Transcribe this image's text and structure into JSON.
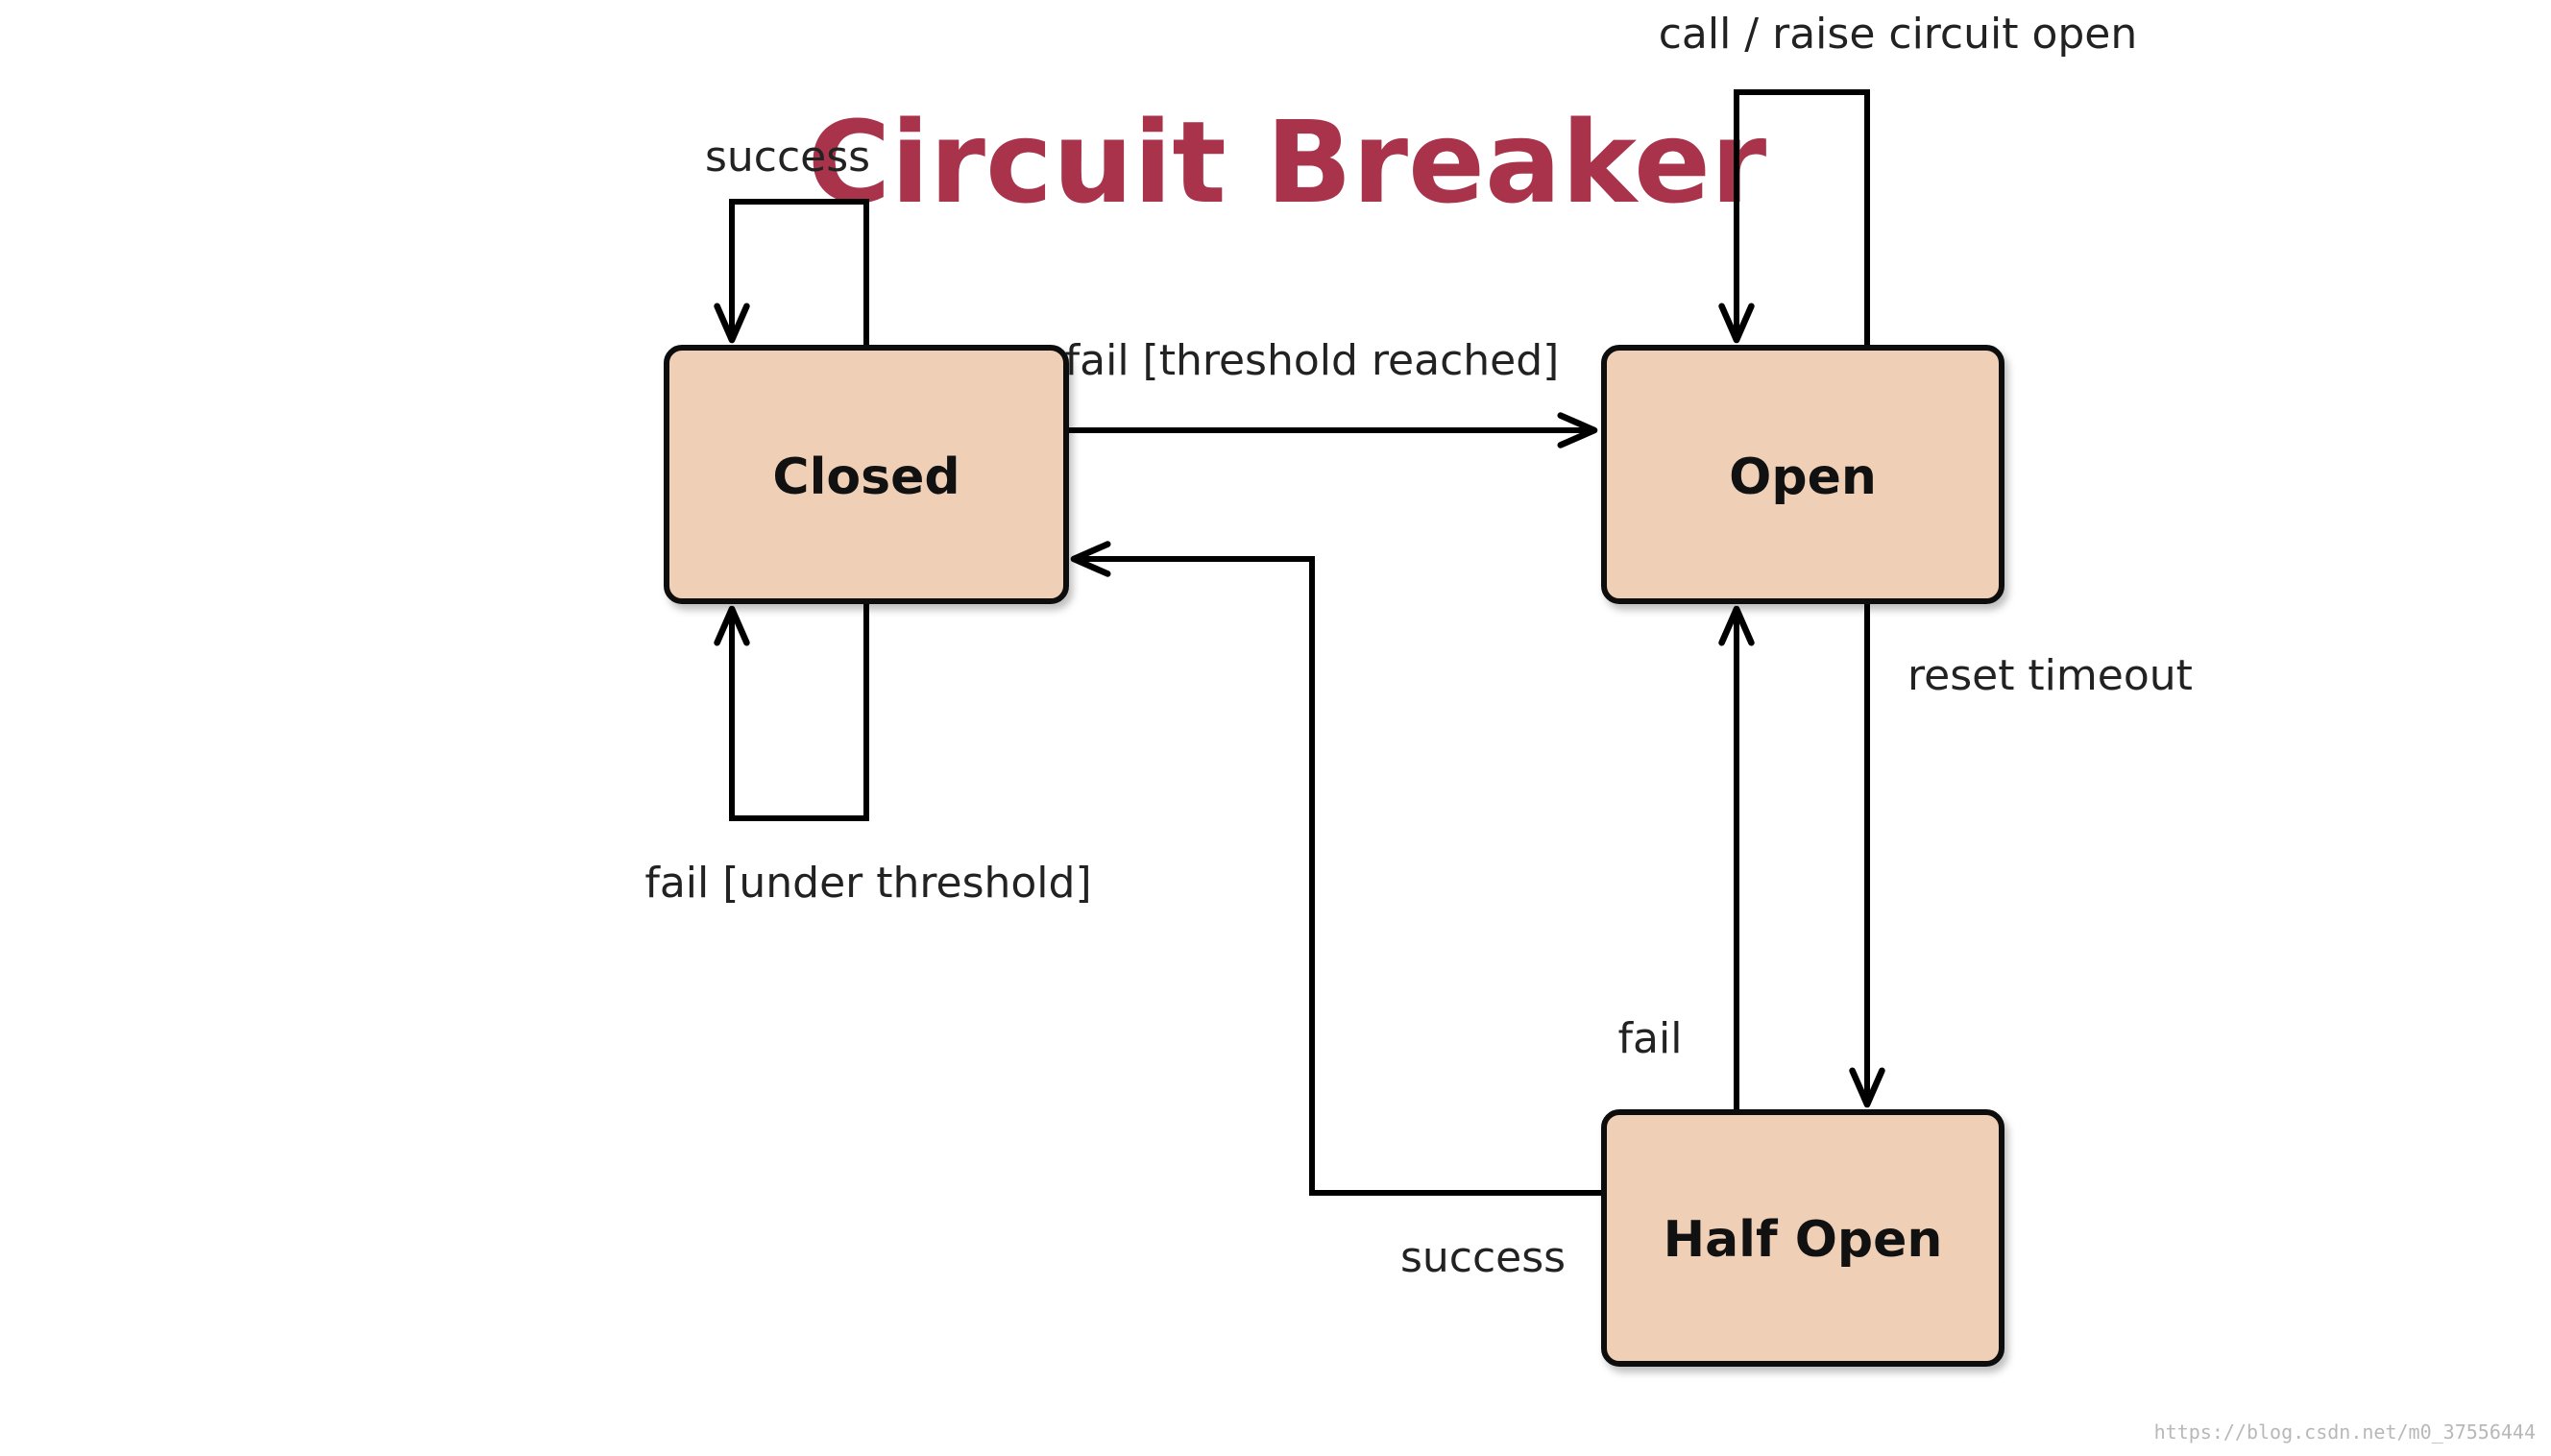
{
  "title": "Circuit Breaker",
  "colors": {
    "title": "#A8334B",
    "box_fill": "#EFCFB6",
    "box_stroke": "#111111",
    "line": "#000000",
    "watermark": "#B8B8B8"
  },
  "states": {
    "closed": "Closed",
    "open": "Open",
    "half_open": "Half Open"
  },
  "transitions": {
    "closed_success": "success",
    "closed_fail_under": "fail [under threshold]",
    "closed_to_open": "fail [threshold reached]",
    "open_call": "call / raise circuit open",
    "open_reset_timeout": "reset timeout",
    "half_open_fail": "fail",
    "half_open_success": "success"
  },
  "watermark": "https://blog.csdn.net/m0_37556444"
}
